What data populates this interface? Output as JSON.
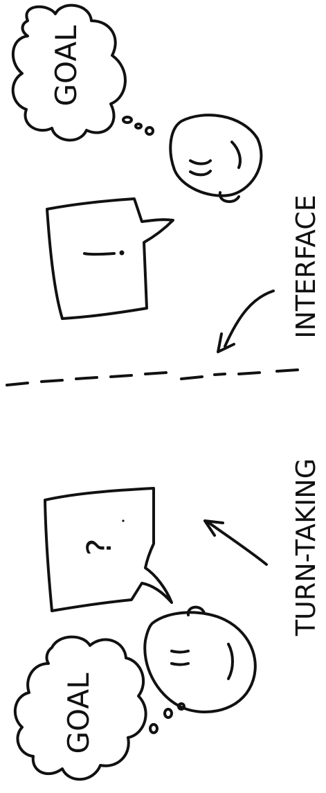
{
  "labels": {
    "goal_top": "GOAL",
    "goal_bottom": "GOAL",
    "interface": "INTERFACE",
    "turn_taking": "TURN-TAKING",
    "question_mark": "?"
  },
  "colors": {
    "ink": "#111111",
    "paper": "#ffffff"
  }
}
